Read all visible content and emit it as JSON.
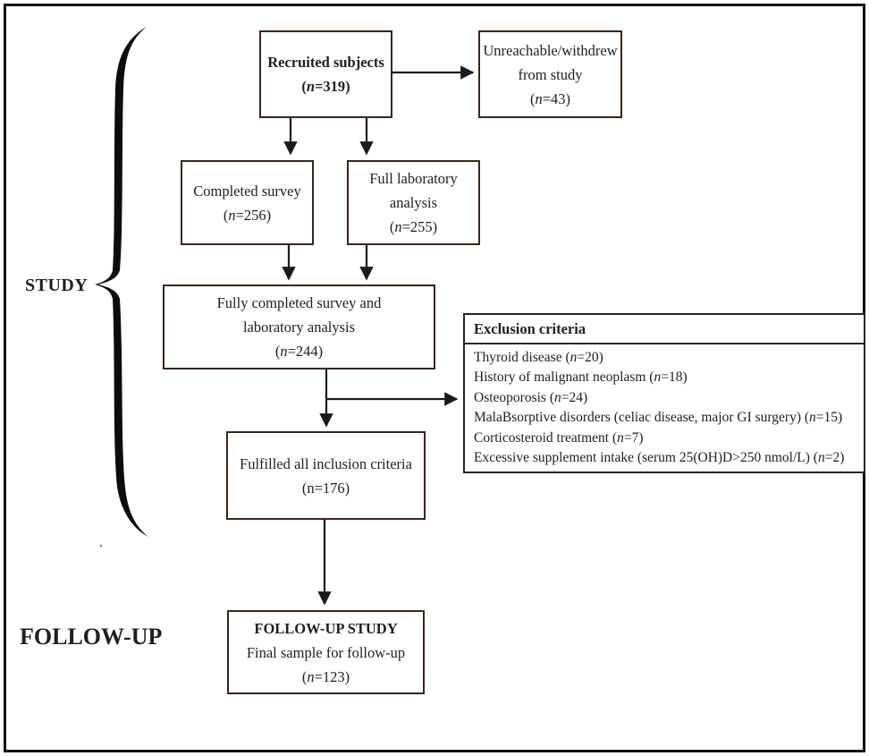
{
  "colors": {
    "frame": "#101010",
    "box_border": "#3a2519",
    "excl_border": "#2e2420",
    "line": "#1a1a1a",
    "text": "#1f1f1f"
  },
  "section_labels": {
    "study": "STUDY",
    "follow_up": "FOLLOW-UP"
  },
  "boxes": {
    "recruited": {
      "line1": "Recruited subjects",
      "line2": "(n=319)"
    },
    "unreachable": {
      "line1": "Unreachable/withdrew",
      "line2": "from study",
      "line3": "(n=43)"
    },
    "completed_survey": {
      "line1": "Completed survey",
      "line2": "(n=256)"
    },
    "full_lab": {
      "line1": "Full laboratory",
      "line2": "analysis",
      "line3": "(n=255)"
    },
    "fully_completed": {
      "line1": "Fully completed survey and",
      "line2": "laboratory analysis",
      "line3": "(n=244)"
    },
    "fulfilled": {
      "line1": "Fulfilled all inclusion criteria",
      "line2": "(n=176)"
    },
    "follow_up": {
      "line1": "FOLLOW-UP STUDY",
      "line2": "Final sample for follow-up",
      "line3": "(n=123)"
    }
  },
  "exclusion": {
    "title": "Exclusion criteria",
    "items": [
      "Thyroid disease (n=20)",
      "History of malignant neoplasm (n=18)",
      "Osteoporosis (n=24)",
      "MalaBsorptive disorders (celiac disease, major GI surgery) (n=15)",
      "Corticosteroid treatment (n=7)",
      "Excessive supplement intake (serum 25(OH)D>250 nmol/L) (n=2)"
    ]
  }
}
